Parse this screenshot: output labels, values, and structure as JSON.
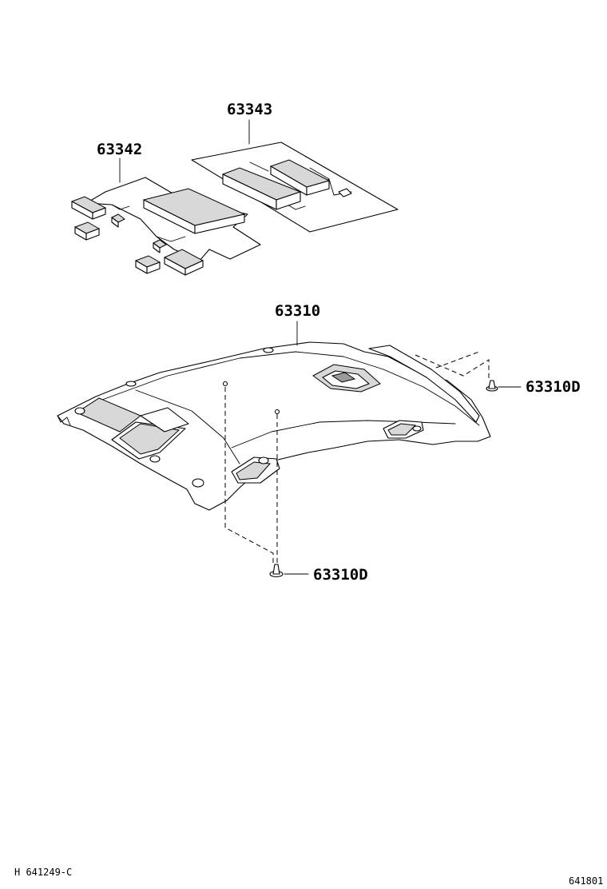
{
  "labels": {
    "sound_pad_rear": "63343",
    "sound_pad_front": "63342",
    "headliner": "63310",
    "clip_right": "63310D",
    "clip_bottom": "63310D"
  },
  "footer": {
    "left_code": "H 641249-C",
    "right_code": "641801"
  }
}
